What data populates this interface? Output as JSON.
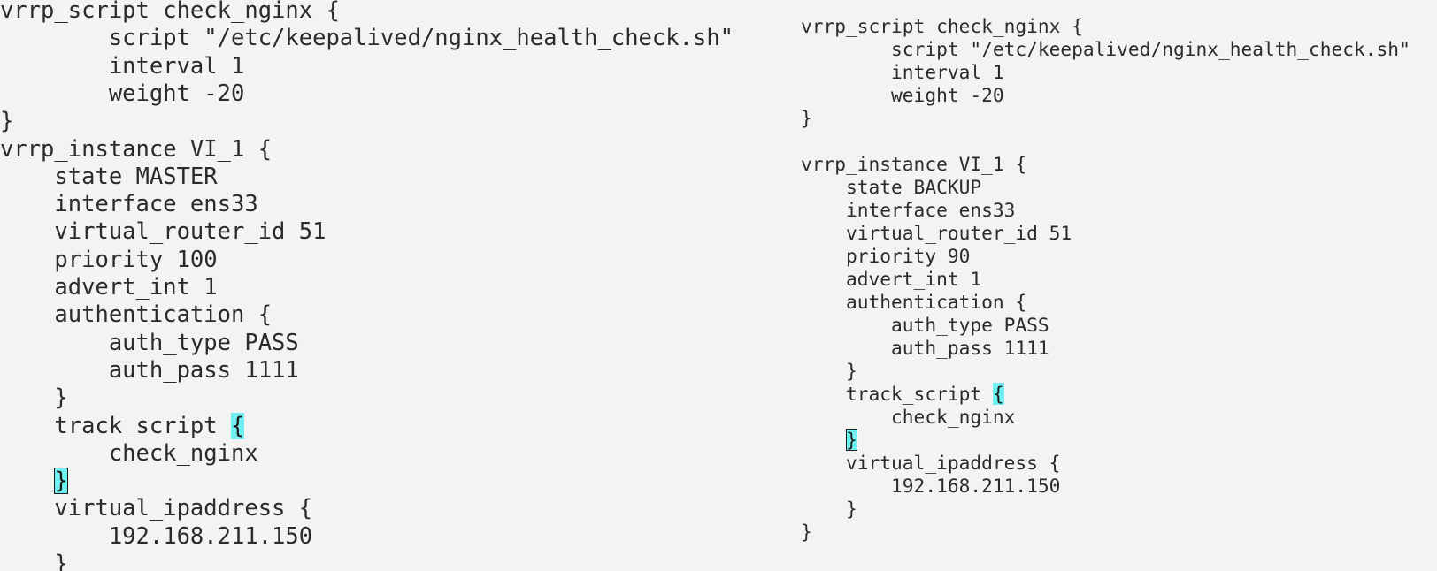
{
  "left_config": {
    "lines": [
      "vrrp_script check_nginx {",
      "        script \"/etc/keepalived/nginx_health_check.sh\"",
      "        interval 1",
      "        weight -20",
      "}",
      "vrrp_instance VI_1 {",
      "    state MASTER",
      "    interface ens33",
      "    virtual_router_id 51",
      "    priority 100",
      "    advert_int 1",
      "    authentication {",
      "        auth_type PASS",
      "        auth_pass 1111",
      "    }",
      "    track_script ",
      "        check_nginx",
      "    ",
      "    virtual_ipaddress {",
      "        192.168.211.150",
      "    }"
    ],
    "track_open_brace": "{",
    "track_close_brace": "}"
  },
  "right_config": {
    "lines": [
      "vrrp_script check_nginx {",
      "        script \"/etc/keepalived/nginx_health_check.sh\"",
      "        interval 1",
      "        weight -20",
      "}",
      "",
      "vrrp_instance VI_1 {",
      "    state BACKUP",
      "    interface ens33",
      "    virtual_router_id 51",
      "    priority 90",
      "    advert_int 1",
      "    authentication {",
      "        auth_type PASS",
      "        auth_pass 1111",
      "    }",
      "    track_script ",
      "        check_nginx",
      "    ",
      "    virtual_ipaddress {",
      "        192.168.211.150",
      "    }",
      "}"
    ],
    "track_open_brace": "{",
    "track_close_brace": "}"
  },
  "colors": {
    "background": "#f3f3f3",
    "text": "#2b2b2b",
    "bracket_highlight": "#6ff0f2"
  }
}
